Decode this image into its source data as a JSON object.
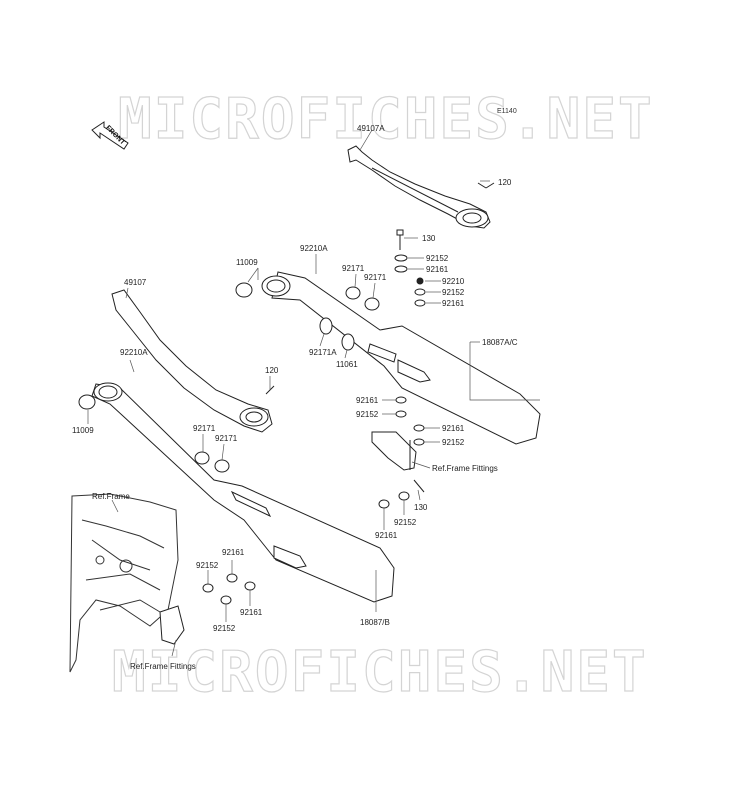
{
  "watermark": "MICROFICHES.NET",
  "diagram_code": "E1140",
  "front_label": "FRONT",
  "callouts": {
    "p49107A": "49107A",
    "p120_top": "120",
    "p130_top": "130",
    "p92152_a": "92152",
    "p92161_a": "92161",
    "p92210": "92210",
    "p92152_b": "92152",
    "p92161_b": "92161",
    "p18087AC": "18087A/C",
    "p92210A_top": "92210A",
    "p11009_top": "11009",
    "p92171_a": "92171",
    "p92171_b": "92171",
    "p92171A": "92171A",
    "p11061": "11061",
    "p92161_c": "92161",
    "p92152_c": "92152",
    "p92161_d": "92161",
    "p92152_d": "92152",
    "ref_frame_fittings_top": "Ref.Frame Fittings",
    "p49107": "49107",
    "p92210A_left": "92210A",
    "p11009_left": "11009",
    "p120_left": "120",
    "p92171_c": "92171",
    "p92171_d": "92171",
    "ref_frame": "Ref.Frame",
    "p130_right": "130",
    "p92152_e": "92152",
    "p92161_e": "92161",
    "p92161_f": "92161",
    "p92152_f": "92152",
    "p92161_g": "92161",
    "p92152_g": "92152",
    "p18087B": "18087/B",
    "ref_frame_fittings_bottom": "Ref.Frame Fittings"
  }
}
